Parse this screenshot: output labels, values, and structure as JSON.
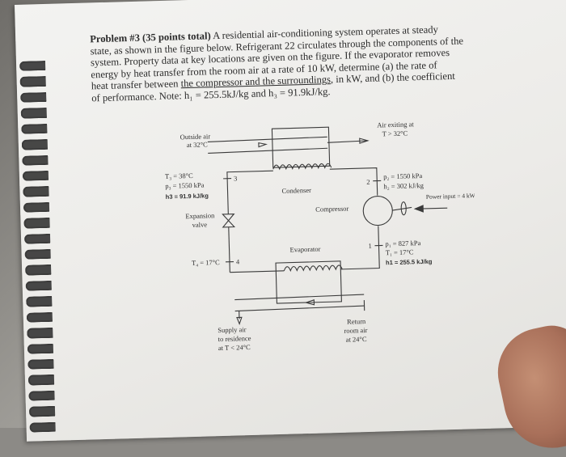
{
  "problem": {
    "heading": "Problem #3 (35 points total)",
    "line1": "A residential air-conditioning system operates at steady",
    "line2": "state, as shown in the figure below. Refrigerant 22 circulates through the components of the",
    "line3": "system. Property data at key locations are given on the figure. If the evaporator removes",
    "line4": "energy by heat transfer from the room air at a rate of 10 kW, determine (a) the rate of",
    "line5_pre": "heat transfer between",
    "line5_ul": "the compressor and the surroundings",
    "line5_post": ", in kW, and (b) the coefficient",
    "line6": "of performance. Note: h₁ = 255.5kJ/kg and h₃ = 91.9kJ/kg."
  },
  "diagram": {
    "outside_air_1": "Outside air",
    "outside_air_2": "at 32°C",
    "air_exiting_1": "Air exiting at",
    "air_exiting_2": "T > 32°C",
    "state3_t": "T₃ = 38°C",
    "state3_p": "p₃ = 1550 kPa",
    "state3_h": "h3 = 91.9 kJ/kg",
    "label_3": "3",
    "condenser": "Condenser",
    "label_2": "2",
    "state2_p": "p₂ = 1550 kPa",
    "state2_h": "h₂ = 302 kJ/kg",
    "expansion_1": "Expansion",
    "expansion_2": "valve",
    "compressor": "Compressor",
    "power_input": "Power input = 4 kW",
    "state4_t": "T₄ = 17°C",
    "label_4": "4",
    "evaporator": "Evaporator",
    "label_1": "1",
    "state1_p": "p₁ = 827 kPa",
    "state1_t": "T₁ = 17°C",
    "state1_h": "h1 = 255.5 kJ/kg",
    "supply_1": "Supply air",
    "supply_2": "to residence",
    "supply_3": "at T < 24°C",
    "return_1": "Return",
    "return_2": "room air",
    "return_3": "at 24°C"
  }
}
